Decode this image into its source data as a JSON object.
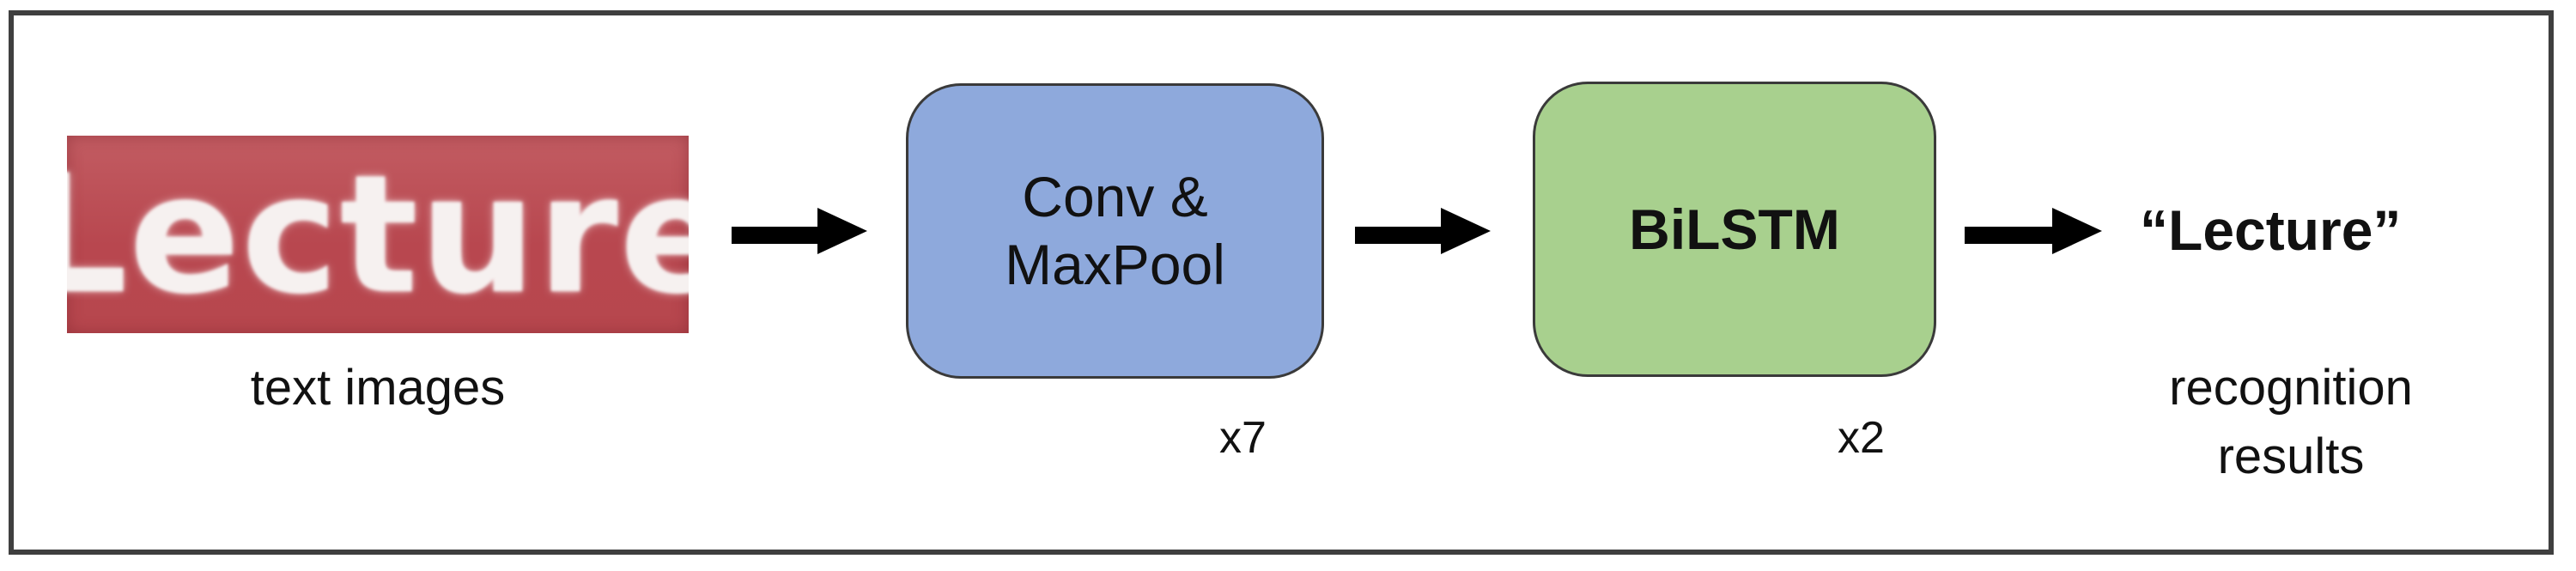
{
  "diagram": {
    "input": {
      "image_word": "Lecture",
      "caption": "text images"
    },
    "conv_block": {
      "line1": "Conv &",
      "line2": "MaxPool",
      "repeat": "x7",
      "color": "#8ea9dc"
    },
    "lstm_block": {
      "label": "BiLSTM",
      "repeat": "x2",
      "color": "#a8d08e"
    },
    "output": {
      "word": "“Lecture”",
      "caption_line1": "recognition",
      "caption_line2": "results"
    },
    "arrows": [
      {
        "from": "text images",
        "to": "Conv & MaxPool"
      },
      {
        "from": "Conv & MaxPool",
        "to": "BiLSTM"
      },
      {
        "from": "BiLSTM",
        "to": "“Lecture”"
      }
    ]
  }
}
